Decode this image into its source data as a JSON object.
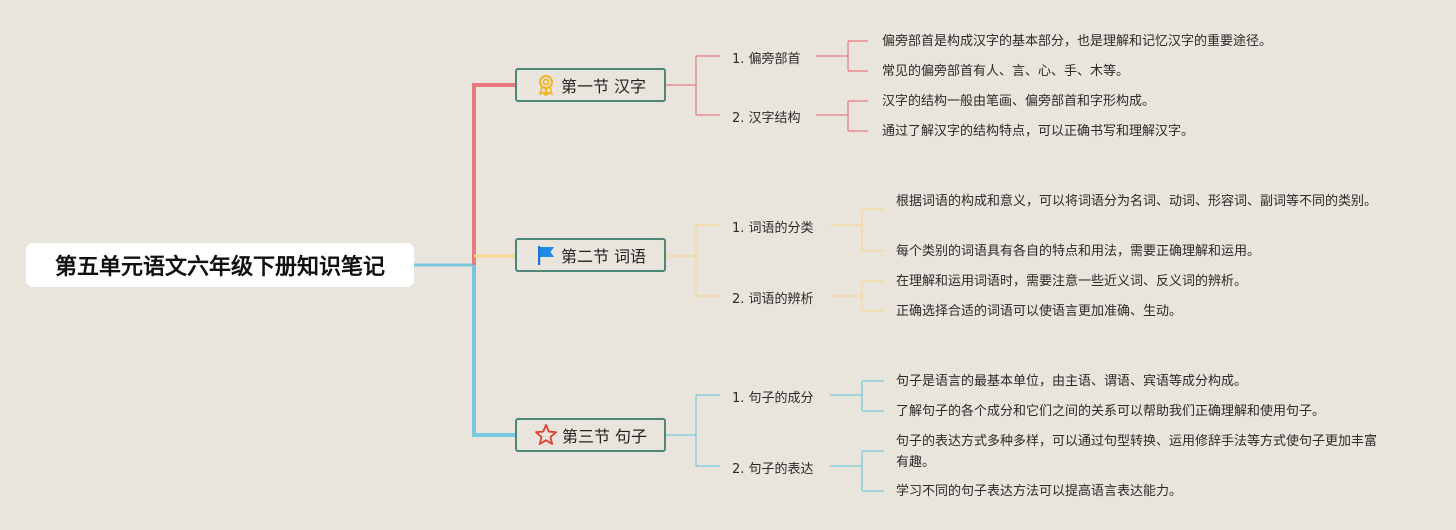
{
  "root": {
    "title": "第五单元语文六年级下册知识笔记"
  },
  "colors": {
    "branch1": "#e87a7e",
    "branch2": "#f7d694",
    "branch3": "#79c9dd",
    "node_border": "#4c8677",
    "background": "#e9e5dc"
  },
  "sections": [
    {
      "title": "第一节 汉字",
      "icon": "award-ribbon-icon",
      "subs": [
        {
          "title": "1. 偏旁部首",
          "notes": [
            "偏旁部首是构成汉字的基本部分，也是理解和记忆汉字的重要途径。",
            "常见的偏旁部首有人、言、心、手、木等。"
          ]
        },
        {
          "title": "2. 汉字结构",
          "notes": [
            "汉字的结构一般由笔画、偏旁部首和字形构成。",
            "通过了解汉字的结构特点，可以正确书写和理解汉字。"
          ]
        }
      ]
    },
    {
      "title": "第二节 词语",
      "icon": "flag-icon",
      "subs": [
        {
          "title": "1. 词语的分类",
          "notes": [
            "根据词语的构成和意义，可以将词语分为名词、动词、形容词、副词等不同的类别。",
            "每个类别的词语具有各自的特点和用法，需要正确理解和运用。"
          ]
        },
        {
          "title": "2. 词语的辨析",
          "notes": [
            "在理解和运用词语时，需要注意一些近义词、反义词的辨析。",
            "正确选择合适的词语可以使语言更加准确、生动。"
          ]
        }
      ]
    },
    {
      "title": "第三节 句子",
      "icon": "star-icon",
      "subs": [
        {
          "title": "1. 句子的成分",
          "notes": [
            "句子是语言的最基本单位，由主语、谓语、宾语等成分构成。",
            "了解句子的各个成分和它们之间的关系可以帮助我们正确理解和使用句子。"
          ]
        },
        {
          "title": "2. 句子的表达",
          "notes": [
            "句子的表达方式多种多样，可以通过句型转换、运用修辞手法等方式使句子更加丰富有趣。",
            "学习不同的句子表达方法可以提高语言表达能力。"
          ]
        }
      ]
    }
  ]
}
